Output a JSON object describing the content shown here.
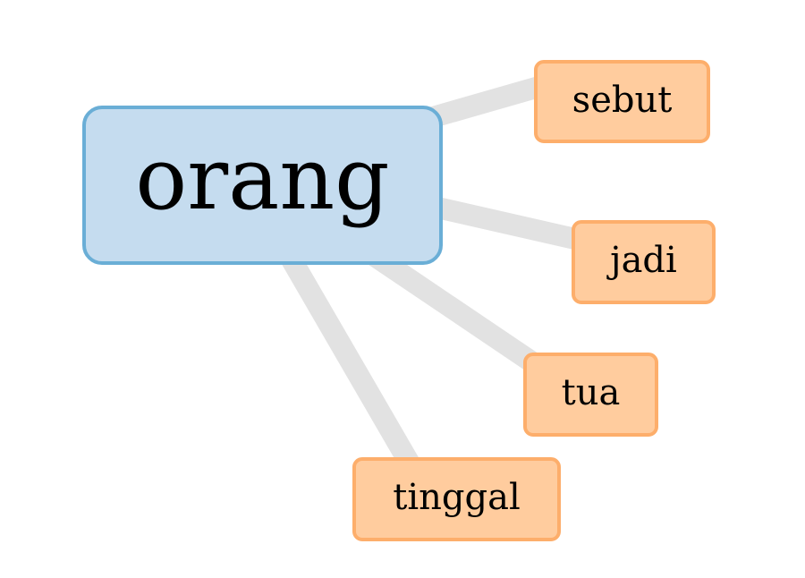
{
  "colors": {
    "center_fill": "#c5dcef",
    "center_border": "#6aaed6",
    "leaf_fill": "#ffcc9e",
    "leaf_border": "#fdae6b",
    "edge": "#e2e2e2"
  },
  "center": {
    "label": "orang"
  },
  "leaves": [
    {
      "id": "sebut",
      "label": "sebut"
    },
    {
      "id": "jadi",
      "label": "jadi"
    },
    {
      "id": "tua",
      "label": "tua"
    },
    {
      "id": "tinggal",
      "label": "tinggal"
    }
  ]
}
